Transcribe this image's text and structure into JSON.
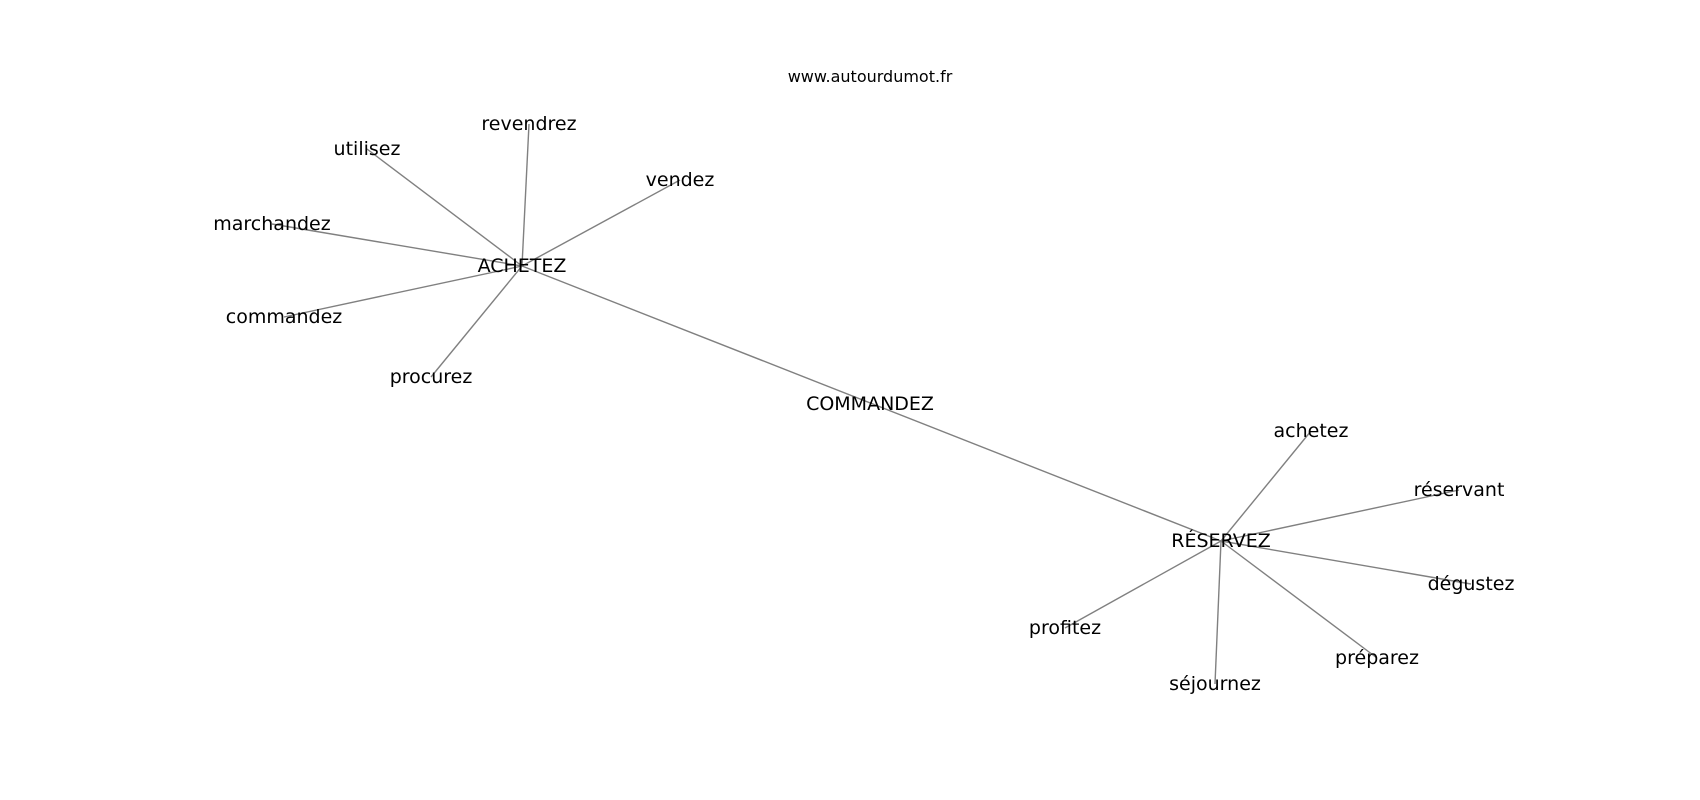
{
  "source": "www.autourdumot.fr",
  "graph": {
    "nodes": [
      {
        "id": "commandez_center",
        "label": "COMMANDEZ"
      },
      {
        "id": "achetez_hub",
        "label": "ACHETEZ"
      },
      {
        "id": "reservez_hub",
        "label": "RÉSERVEZ"
      },
      {
        "id": "revendrez",
        "label": "revendrez"
      },
      {
        "id": "utilisez",
        "label": "utilisez"
      },
      {
        "id": "vendez",
        "label": "vendez"
      },
      {
        "id": "marchandez",
        "label": "marchandez"
      },
      {
        "id": "commandez",
        "label": "commandez"
      },
      {
        "id": "procurez",
        "label": "procurez"
      },
      {
        "id": "achetez",
        "label": "achetez"
      },
      {
        "id": "reservant",
        "label": "réservant"
      },
      {
        "id": "degustez",
        "label": "dégustez"
      },
      {
        "id": "profitez",
        "label": "profitez"
      },
      {
        "id": "preparez",
        "label": "préparez"
      },
      {
        "id": "sejournez",
        "label": "séjournez"
      }
    ],
    "edges": [
      [
        "achetez_hub",
        "reservez_hub"
      ],
      [
        "achetez_hub",
        "revendrez"
      ],
      [
        "achetez_hub",
        "utilisez"
      ],
      [
        "achetez_hub",
        "vendez"
      ],
      [
        "achetez_hub",
        "marchandez"
      ],
      [
        "achetez_hub",
        "commandez"
      ],
      [
        "achetez_hub",
        "procurez"
      ],
      [
        "reservez_hub",
        "achetez"
      ],
      [
        "reservez_hub",
        "reservant"
      ],
      [
        "reservez_hub",
        "degustez"
      ],
      [
        "reservez_hub",
        "profitez"
      ],
      [
        "reservez_hub",
        "preparez"
      ],
      [
        "reservez_hub",
        "sejournez"
      ]
    ]
  }
}
